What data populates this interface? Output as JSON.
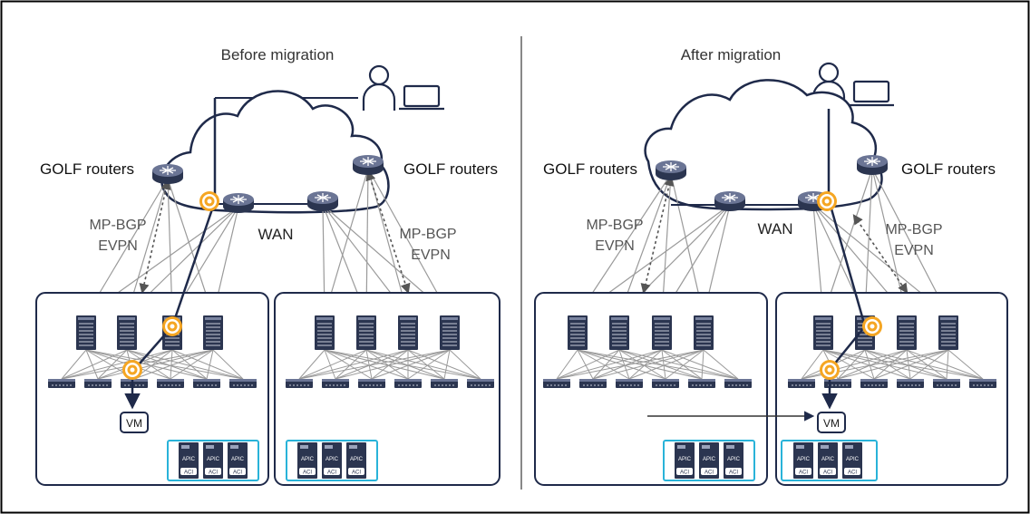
{
  "panels": [
    {
      "title": "Before migration",
      "golf_label_left": "GOLF routers",
      "golf_label_right": "GOLF routers",
      "protocol_line1": "MP-BGP",
      "protocol_line2": "EVPN",
      "wan_label": "WAN",
      "vm_label": "VM",
      "apic_label": "APIC",
      "acl_label": "ACI"
    },
    {
      "title": "After migration",
      "golf_label_left": "GOLF routers",
      "golf_label_right": "GOLF routers",
      "protocol_line1": "MP-BGP",
      "protocol_line2": "EVPN",
      "wan_label": "WAN",
      "vm_label": "VM",
      "apic_label": "APIC",
      "acl_label": "ACI"
    }
  ],
  "colors": {
    "frame": "#1f2a4a",
    "cloud": "#1f2a4a",
    "apic_box": "#29b3d9",
    "gear": "#f5a623",
    "link": "#9a9a9a",
    "highlight_path": "#1f2a4a"
  },
  "icons": [
    "router-icon",
    "spine-switch-icon",
    "leaf-switch-icon",
    "gear-icon",
    "user-icon",
    "laptop-icon",
    "apic-icon",
    "vm-icon",
    "cloud-icon"
  ]
}
